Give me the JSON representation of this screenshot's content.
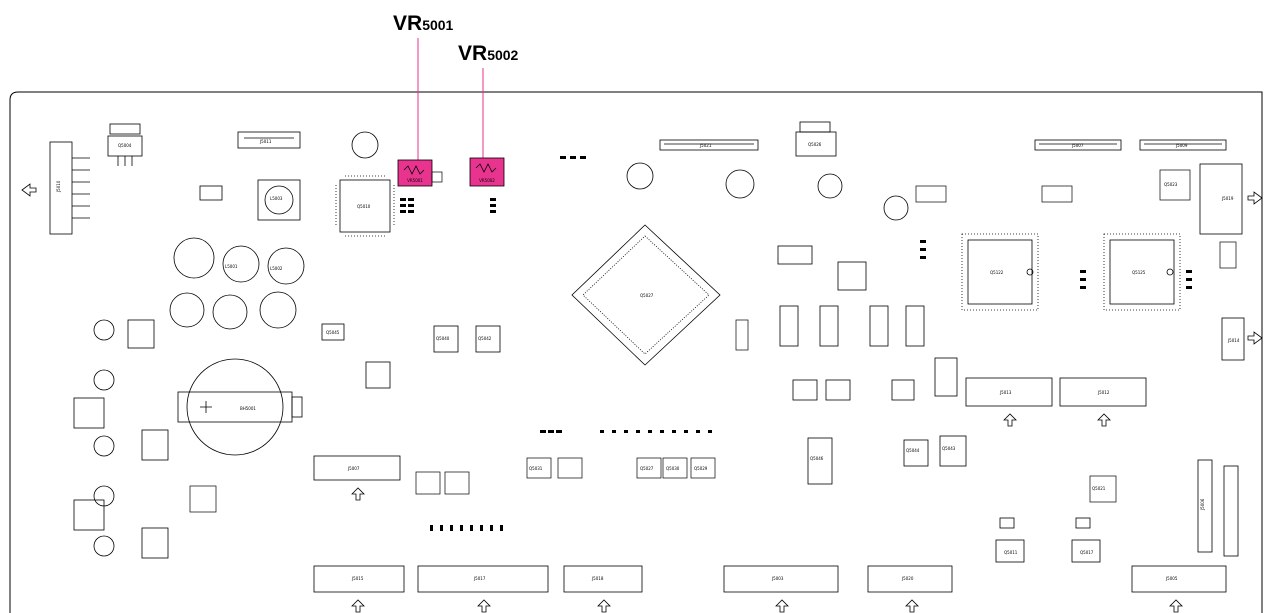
{
  "callouts": [
    {
      "prefix": "VR",
      "number": "5001"
    },
    {
      "prefix": "VR",
      "number": "5002"
    }
  ],
  "highlight_color": "#e8338f",
  "components": {
    "vr5001": "VR5001",
    "vr5002": "VR5002",
    "j5010": "J5010",
    "j5011": "J5011",
    "j5021": "J5021",
    "j5007": "J5007",
    "j5009": "J5009",
    "j5019": "J5019",
    "j5014": "J5014",
    "j5012": "J5012",
    "j5013": "J5013",
    "j5007b": "J5007",
    "j5015": "J5015",
    "j5017": "J5017",
    "j5018": "J5018",
    "j5003": "J5003",
    "j5020": "J5020",
    "j5005": "J5005",
    "j5006": "J5006",
    "q5010": "Q5010",
    "q5027": "Q5027",
    "q5122": "Q5122",
    "q5125": "Q5125",
    "l5003": "L5003",
    "l5001": "L5001",
    "l5002": "L5002",
    "bh5001": "BH5001",
    "q5004": "Q5004",
    "q5026": "Q5026",
    "q5011": "Q5011",
    "q5017": "Q5017",
    "q5045": "Q5045",
    "q5040": "Q5040",
    "q5042": "Q5042",
    "q5031": "Q5031",
    "q5027b": "Q5027",
    "q5030": "Q5030",
    "q5029": "Q5029",
    "q5021": "Q5021",
    "q5044": "Q5044",
    "q5043": "Q5043",
    "q5046": "Q5046",
    "q5023": "Q5023"
  }
}
